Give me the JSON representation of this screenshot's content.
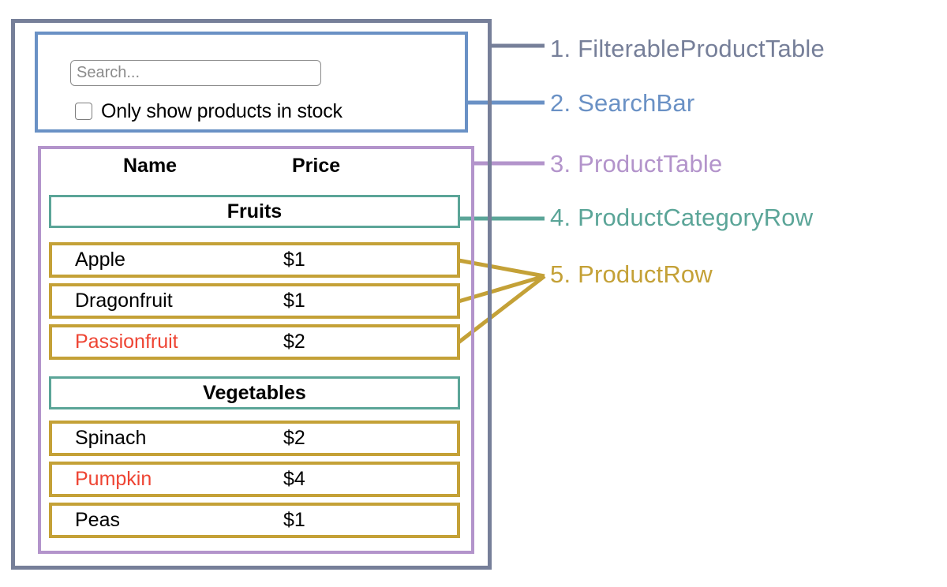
{
  "colors": {
    "filterable_product_table": "#767f99",
    "search_bar": "#6a91c5",
    "product_table": "#b394cb",
    "product_category_row": "#5ba598",
    "product_row": "#c4a137",
    "out_of_stock_text": "#ee4433",
    "text": "#000000",
    "placeholder": "#8b8b8b"
  },
  "search_bar": {
    "input_value": "",
    "input_placeholder": "Search...",
    "checkbox_label": "Only show products in stock",
    "checkbox_checked": false
  },
  "product_table": {
    "columns": [
      "Name",
      "Price"
    ],
    "sections": [
      {
        "category": "Fruits",
        "rows": [
          {
            "name": "Apple",
            "price": "$1",
            "in_stock": true
          },
          {
            "name": "Dragonfruit",
            "price": "$1",
            "in_stock": true
          },
          {
            "name": "Passionfruit",
            "price": "$2",
            "in_stock": false
          }
        ]
      },
      {
        "category": "Vegetables",
        "rows": [
          {
            "name": "Spinach",
            "price": "$2",
            "in_stock": true
          },
          {
            "name": "Pumpkin",
            "price": "$4",
            "in_stock": false
          },
          {
            "name": "Peas",
            "price": "$1",
            "in_stock": true
          }
        ]
      }
    ]
  },
  "annotations": [
    {
      "number": "1.",
      "label": "FilterableProductTable"
    },
    {
      "number": "2.",
      "label": "SearchBar"
    },
    {
      "number": "3.",
      "label": "ProductTable"
    },
    {
      "number": "4.",
      "label": "ProductCategoryRow"
    },
    {
      "number": "5.",
      "label": "ProductRow"
    }
  ]
}
